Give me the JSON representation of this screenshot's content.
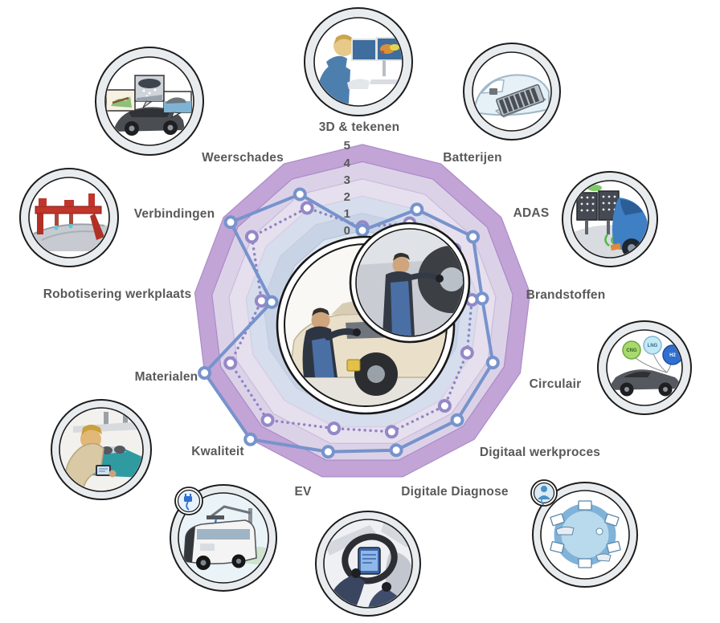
{
  "chart_data": {
    "type": "radar",
    "title": "",
    "categories": [
      "3D & tekenen",
      "Batterijen",
      "ADAS",
      "Brandstoffen",
      "Circulair",
      "Digitaal werkproces",
      "Digitale Diagnose",
      "EV",
      "Kwaliteit",
      "Materialen",
      "Robotisering werkplaats",
      "Verbindingen",
      "Weerschades"
    ],
    "series": [
      {
        "id": "dotted-line-series",
        "style": "dotted",
        "color": "#8d83c4",
        "marker_color": "#9488c7",
        "values": [
          0.2,
          1.1,
          1.7,
          1.6,
          1.7,
          2.4,
          2.3,
          2.1,
          3.5,
          3.4,
          1.1,
          3.0,
          2.1
        ]
      },
      {
        "id": "solid-line-series",
        "style": "solid",
        "color": "#7793cc",
        "marker_color": "#7793cc",
        "values": [
          0,
          2.0,
          3.0,
          2.2,
          3.3,
          3.5,
          3.4,
          3.5,
          5.0,
          5.0,
          0.5,
          4.5,
          3.0
        ]
      }
    ],
    "scale": {
      "min": 0,
      "max": 5,
      "ticks": [
        "5",
        "4",
        "3",
        "2",
        "1",
        "0"
      ]
    },
    "grid": "concentric polygon bands, no radial spokes",
    "legend": "none",
    "colors": {
      "hole": "#dde5f0",
      "hole_edge": "#c6d1e3",
      "bands": [
        {
          "fill": "#c9d3e6",
          "edge": "#b6c4da"
        },
        {
          "fill": "#d6ddec",
          "edge": "#c4cee2"
        },
        {
          "fill": "#e6dfee",
          "edge": "#d6cde4"
        },
        {
          "fill": "#dcd2e8",
          "edge": "#cabcdc"
        },
        {
          "fill": "#c2a4d7",
          "edge": "#ac8cc8"
        }
      ],
      "label_text": "#595959"
    }
  },
  "illustrations": {
    "brandstoffen_balloon_labels": [
      "CNG",
      "LNG",
      "H2"
    ]
  }
}
